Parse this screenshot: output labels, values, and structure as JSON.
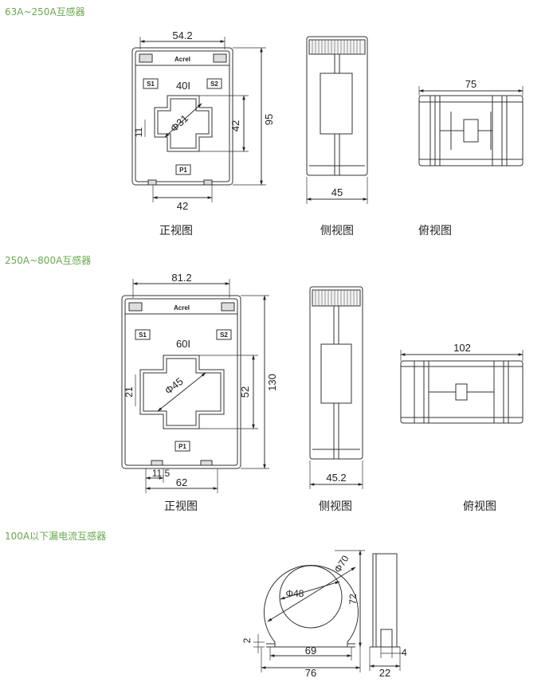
{
  "sections": [
    {
      "title": "63A~250A互感器",
      "front": {
        "logo": "Acrel",
        "s1": "S1",
        "s2": "S2",
        "p1": "P1",
        "turns": "40I",
        "dim_top": "54.2",
        "dim_bottom": "42",
        "dim_height": "95",
        "dim_window": "42",
        "dim_left": "11",
        "dim_diameter": "Φ31"
      },
      "side": {
        "dim_width": "45"
      },
      "top": {
        "dim_width": "75"
      },
      "views": {
        "front": "正视图",
        "side": "侧视图",
        "top": "俯视图"
      }
    },
    {
      "title": "250A~800A互感器",
      "front": {
        "logo": "Acrel",
        "s1": "S1",
        "s2": "S2",
        "p1": "P1",
        "turns": "60I",
        "dim_top": "81.2",
        "dim_bottom": "62",
        "dim_bottom_small": "11.5",
        "dim_height": "130",
        "dim_window": "52",
        "dim_left": "21",
        "dim_diameter": "Φ45"
      },
      "side": {
        "dim_width": "45.2"
      },
      "top": {
        "dim_width": "102"
      },
      "views": {
        "front": "正视图",
        "side": "侧视图",
        "top": "俯视图"
      }
    },
    {
      "title": "100A以下漏电流互感器",
      "ring": {
        "dim_outer": "Φ70",
        "dim_inner": "Φ48",
        "dim_height": "72",
        "dim_foot": "2",
        "dim_base_inner": "69",
        "dim_base_outer": "76"
      },
      "side": {
        "dim_thickness": "22",
        "dim_foot": "4"
      }
    }
  ]
}
